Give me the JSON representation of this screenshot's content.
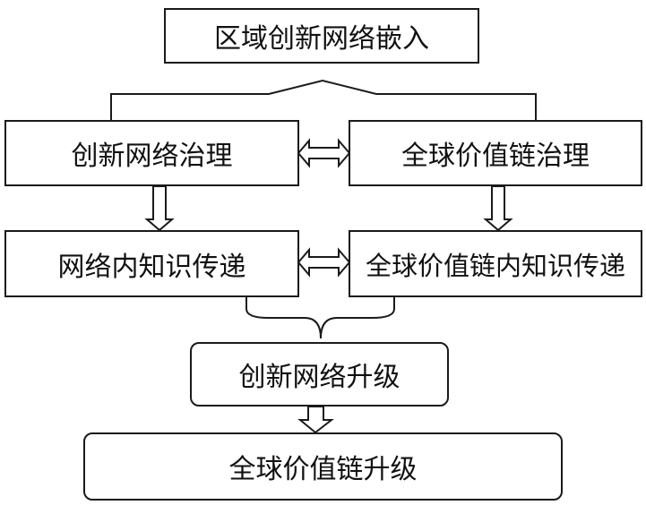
{
  "diagram": {
    "nodes": {
      "embed": "区域创新网络嵌入",
      "innovation_governance": "创新网络治理",
      "gvc_governance": "全球价值链治理",
      "network_knowledge_transfer": "网络内知识传递",
      "gvc_knowledge_transfer": "全球价值链内知识传递",
      "network_upgrade": "创新网络升级",
      "gvc_upgrade": "全球价值链升级"
    }
  }
}
